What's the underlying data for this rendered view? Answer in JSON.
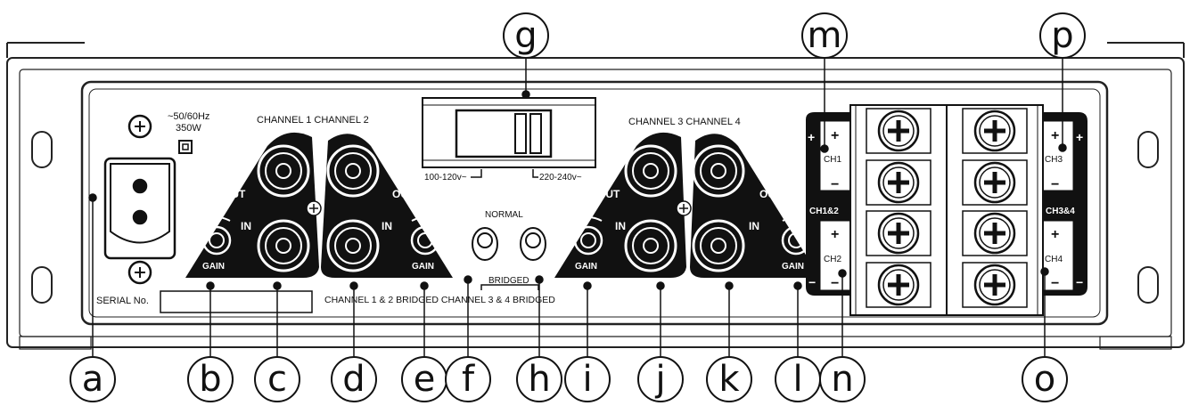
{
  "power": {
    "spec_freq": "~50/60Hz",
    "spec_watts": "350W"
  },
  "serial_label": "SERIAL No.",
  "channels": {
    "ch12_title": "CHANNEL 1  CHANNEL 2",
    "ch34_title": "CHANNEL 3  CHANNEL 4"
  },
  "jacks": {
    "out": "OUT",
    "in": "IN",
    "gain": "GAIN"
  },
  "voltage": {
    "left": "100-120v~",
    "right": "220-240v~"
  },
  "switches": {
    "normal": "NORMAL",
    "bridged": "BRIDGED",
    "bridged_caption": "CHANNEL 1 & 2 BRIDGED CHANNEL 3 & 4 BRIDGED"
  },
  "terminals": {
    "plus": "+",
    "minus": "−",
    "ch1": "CH1",
    "ch2": "CH2",
    "ch3": "CH3",
    "ch4": "CH4",
    "ch12": "CH1&2",
    "ch34": "CH3&4"
  },
  "callouts": [
    "a",
    "b",
    "c",
    "d",
    "e",
    "f",
    "g",
    "h",
    "i",
    "j",
    "k",
    "l",
    "m",
    "n",
    "o",
    "p"
  ]
}
